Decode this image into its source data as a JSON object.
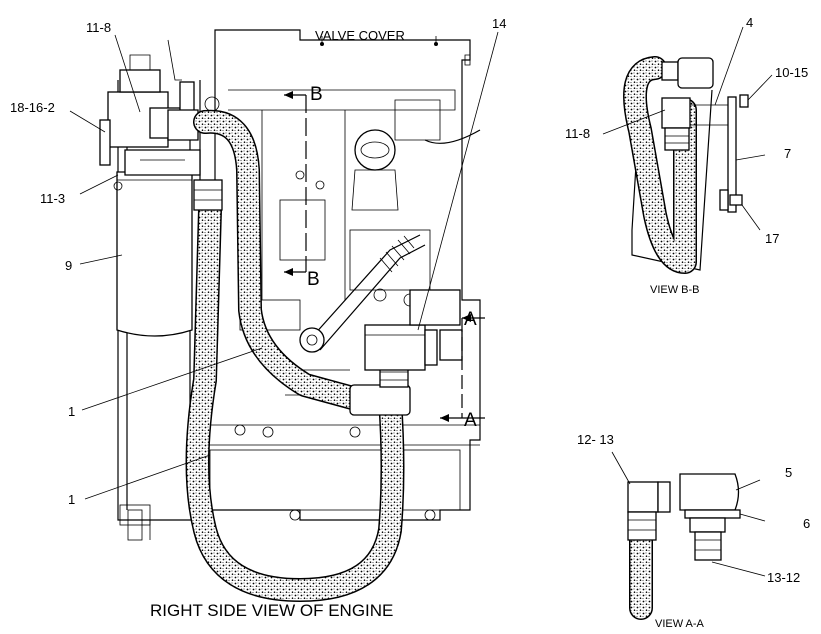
{
  "main_view": {
    "caption": "RIGHT SIDE VIEW OF ENGINE",
    "valve_cover_label": "VALVE COVER",
    "section_b_top": "B",
    "section_b_bottom": "B",
    "section_a_top": "A",
    "section_a_bottom": "A",
    "callouts": {
      "c11_8": "11-8",
      "c14": "14",
      "c18_16_2": "18-16-2",
      "c11_3": "11-3",
      "c9": "9",
      "c1_upper": "1",
      "c1_lower": "1"
    }
  },
  "view_bb": {
    "caption": "VIEW B-B",
    "callouts": {
      "c4": "4",
      "c10_15": "10-15",
      "c11_8": "11-8",
      "c7": "7",
      "c17": "17"
    }
  },
  "view_aa": {
    "caption": "VIEW A-A",
    "callouts": {
      "c12_13": "12- 13",
      "c5": "5",
      "c6": "6",
      "c13_12": "13-12"
    }
  }
}
